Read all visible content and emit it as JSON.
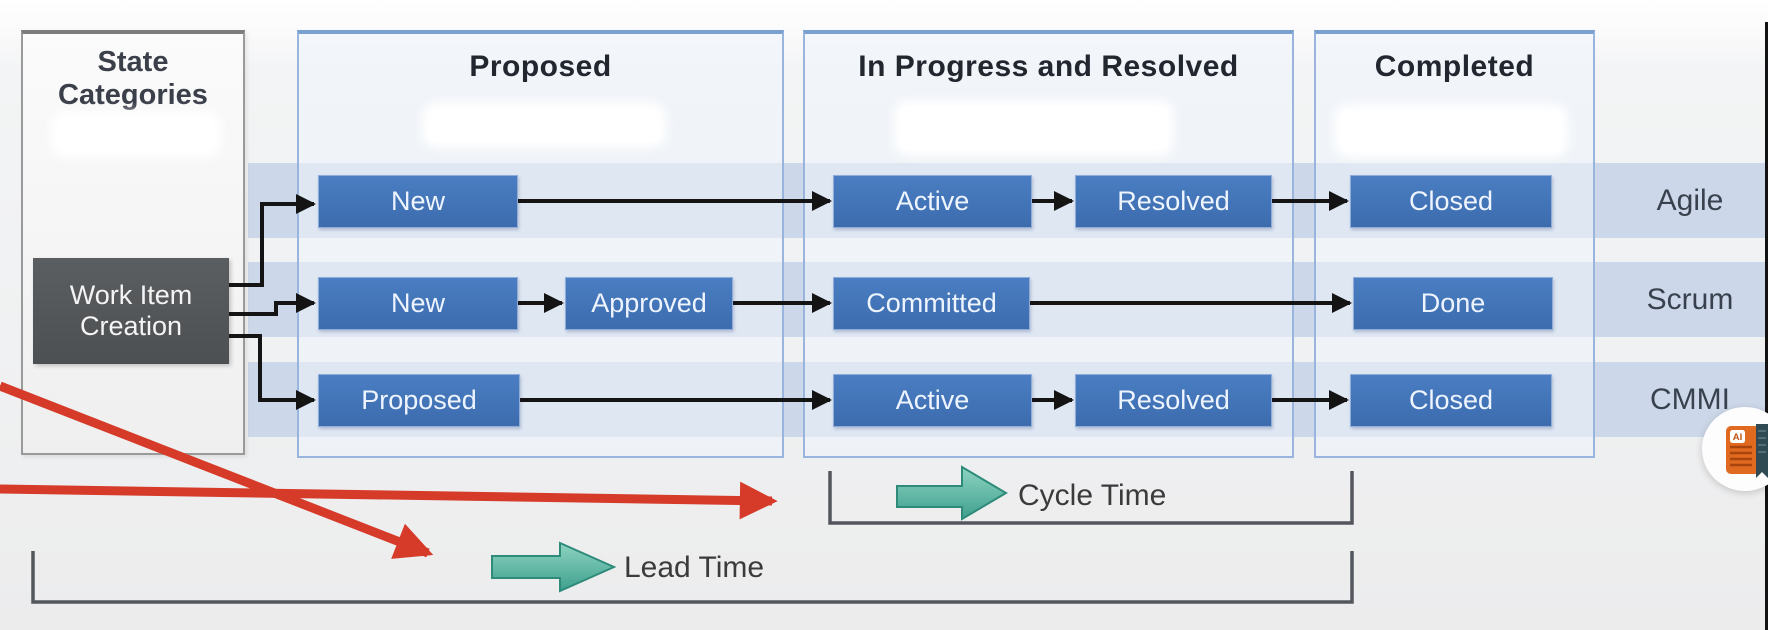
{
  "diagram_title": "workflow-state-categories",
  "left_panel": {
    "title": "State Categories",
    "creation_box": "Work Item Creation"
  },
  "columns": [
    {
      "title": "Proposed"
    },
    {
      "title": "In Progress and Resolved"
    },
    {
      "title": "Completed"
    }
  ],
  "rows": [
    {
      "label": "Agile",
      "states": [
        "New",
        "Active",
        "Resolved",
        "Closed"
      ]
    },
    {
      "label": "Scrum",
      "states": [
        "New",
        "Approved",
        "Committed",
        "Done"
      ]
    },
    {
      "label": "CMMI",
      "states": [
        "Proposed",
        "Active",
        "Resolved",
        "Closed"
      ]
    }
  ],
  "metrics": {
    "cycle": "Cycle Time",
    "lead": "Lead Time"
  },
  "badge": {
    "label": "AI"
  },
  "colors": {
    "state_box_blue": "#4274b8",
    "row_band": "#ccd8e9",
    "column_fill": "#eef4fc",
    "column_border": "#9ab5dd",
    "work_item_box": "#55585a",
    "teal_arrow": "#4fae9c",
    "red_annotation": "#d63a28",
    "bracket_gray": "#53565c",
    "connector_black": "#141414",
    "badge_orange": "#e06a1f"
  }
}
